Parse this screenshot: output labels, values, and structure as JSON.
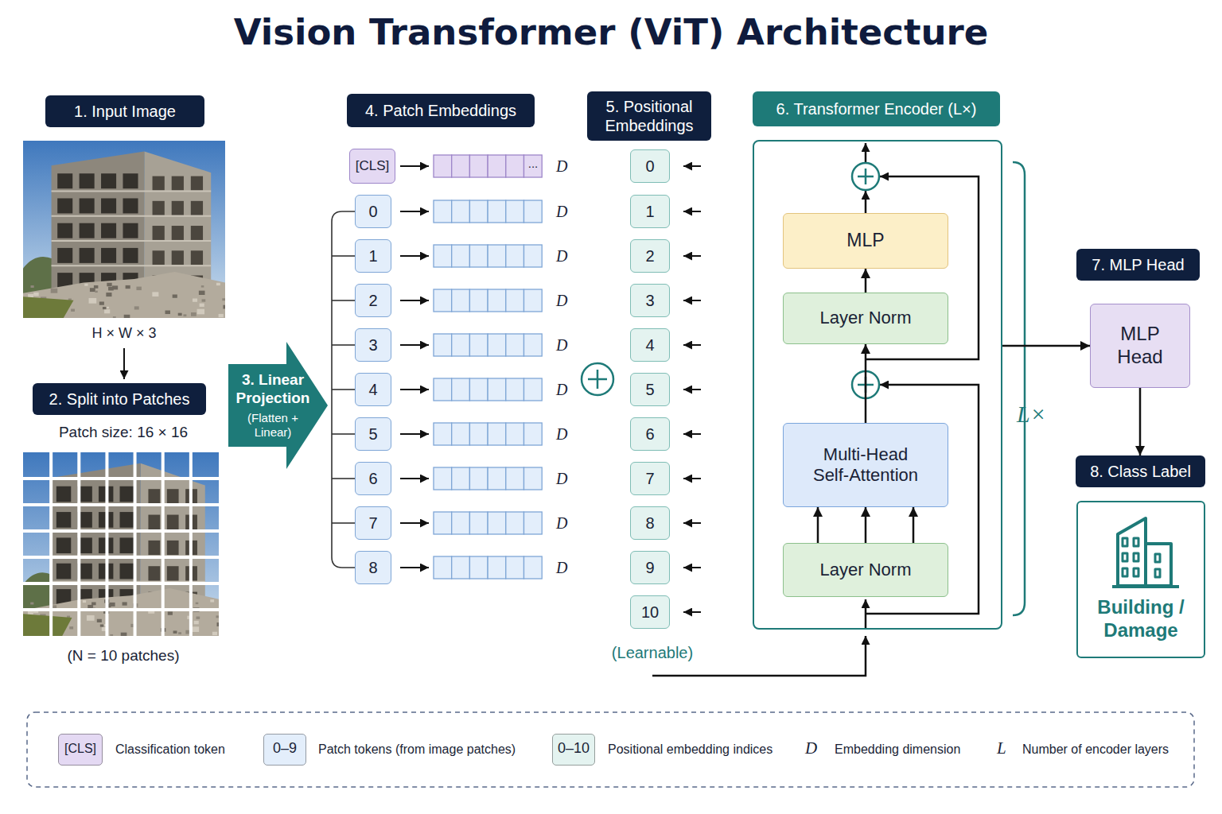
{
  "diagram": {
    "title": "Vision Transformer (ViT) Architecture",
    "nodes": [
      {
        "text": [
          "1. Input Image"
        ]
      },
      {
        "text": [
          "2. Split into Patches"
        ]
      },
      {
        "text": [
          "3. Linear Projection",
          "(Flatten + Linear)"
        ]
      },
      {
        "text": [
          "4. Patch Embeddings"
        ]
      },
      {
        "text": [
          "[CLS]"
        ]
      },
      {
        "text": [
          "0"
        ]
      },
      {
        "text": [
          "1"
        ]
      },
      {
        "text": [
          "2"
        ]
      },
      {
        "text": [
          "3"
        ]
      },
      {
        "text": [
          "4"
        ]
      },
      {
        "text": [
          "5"
        ]
      },
      {
        "text": [
          "6"
        ]
      },
      {
        "text": [
          "7"
        ]
      },
      {
        "text": [
          "8"
        ]
      },
      {
        "text": [
          "5. Positional Embeddings"
        ]
      },
      {
        "text": [
          "0"
        ]
      },
      {
        "text": [
          "1"
        ]
      },
      {
        "text": [
          "2"
        ]
      },
      {
        "text": [
          "3"
        ]
      },
      {
        "text": [
          "4"
        ]
      },
      {
        "text": [
          "5"
        ]
      },
      {
        "text": [
          "6"
        ]
      },
      {
        "text": [
          "7"
        ]
      },
      {
        "text": [
          "8"
        ]
      },
      {
        "text": [
          "9"
        ]
      },
      {
        "text": [
          "10"
        ]
      },
      {
        "text": [
          "6. Transformer Encoder (L×)"
        ]
      },
      {
        "text": [
          "MLP"
        ],
        "in": 26
      },
      {
        "text": [
          "Layer Norm"
        ],
        "in": 26
      },
      {
        "text": [
          "Multi-Head Self-Attention"
        ],
        "in": 26
      },
      {
        "text": [
          "Layer Norm"
        ],
        "in": 26
      },
      {
        "text": [
          "7. MLP Head"
        ]
      },
      {
        "text": [
          "MLP Head"
        ]
      },
      {
        "text": [
          "8. Class Label"
        ]
      },
      {
        "text": [
          "Building / Damage"
        ]
      }
    ],
    "edges": [
      {
        "from": 30,
        "to": 29,
        "arrow": "to"
      },
      {
        "from": 30,
        "to": 29,
        "arrow": "to"
      },
      {
        "from": 30,
        "to": 29,
        "arrow": "to"
      },
      {
        "from": 29,
        "to": 28,
        "arrow": "to"
      },
      {
        "from": 28,
        "to": 27,
        "arrow": "to"
      },
      {
        "from": 26,
        "to": 32,
        "arrow": "to"
      },
      {
        "from": 32,
        "to": 33,
        "arrow": "to"
      }
    ],
    "labels": [
      "H × W × 3",
      "Patch size: 16 × 16",
      "(N = 10 patches)",
      "...",
      "D",
      "D",
      "D",
      "D",
      "D",
      "D",
      "D",
      "D",
      "D",
      "D",
      "(Learnable)",
      "L×",
      "[CLS]",
      "0–9",
      "0–10",
      "D",
      "L"
    ],
    "legend": [
      {
        "text": "Classification token",
        "color": "#e4d9f3"
      },
      {
        "text": "Patch tokens (from image patches)",
        "color": "#e3eefb"
      },
      {
        "text": "Positional embedding indices",
        "color": "#e4f3f0"
      },
      {
        "text": "Embedding dimension"
      },
      {
        "text": "Number of encoder layers"
      }
    ]
  }
}
